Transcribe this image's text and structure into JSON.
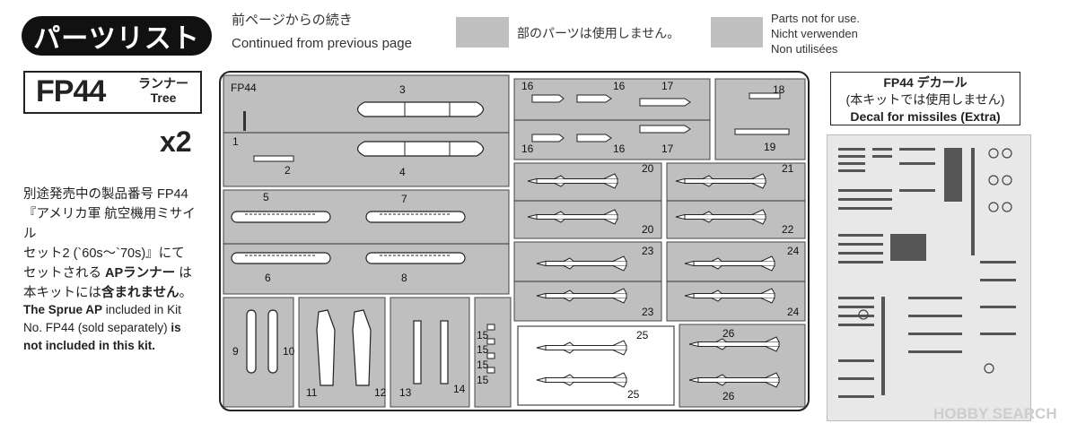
{
  "header": {
    "parts_list": "パーツリスト",
    "continued_jp": "前ページからの続き",
    "continued_en": "Continued from previous page",
    "not_used_jp": "部のパーツは使用しません。",
    "not_used_en1": "Parts not for use.",
    "not_used_en2": "Nicht verwenden",
    "not_used_en3": "Non utilisées"
  },
  "tree": {
    "code": "FP44",
    "runner_jp": "ランナー",
    "runner_en": "Tree",
    "qty": "x2"
  },
  "note_jp": {
    "l1": "別途発売中の製品番号 FP44",
    "l2": "『アメリカ軍 航空機用ミサイル",
    "l3": "セット2 (`60s～`70s)』にて",
    "l4a": "セットされる ",
    "l4b": "APランナー",
    "l4c": " は",
    "l5a": "本キットには",
    "l5b": "含まれません",
    "l5c": "。"
  },
  "note_en": {
    "l1a": "The Sprue AP",
    "l1b": " included in Kit",
    "l2": "No. FP44 (sold separately) ",
    "l2b": "is",
    "l3": "not included in this kit."
  },
  "decal": {
    "t1": "FP44 デカール",
    "t2": "(本キットでは使用しません)",
    "t3": "Decal for missiles (Extra)"
  },
  "sprue": {
    "label": "FP44",
    "parts": [
      "1",
      "2",
      "3",
      "4",
      "5",
      "6",
      "7",
      "8",
      "9",
      "10",
      "11",
      "12",
      "13",
      "14",
      "15",
      "15",
      "15",
      "15",
      "16",
      "16",
      "16",
      "16",
      "17",
      "17",
      "18",
      "19",
      "20",
      "20",
      "21",
      "22",
      "23",
      "23",
      "24",
      "24",
      "25",
      "25",
      "26",
      "26"
    ]
  },
  "watermark": "HOBBY SEARCH",
  "colors": {
    "unused_gray": "#bfbfbf",
    "frame": "#333333"
  }
}
